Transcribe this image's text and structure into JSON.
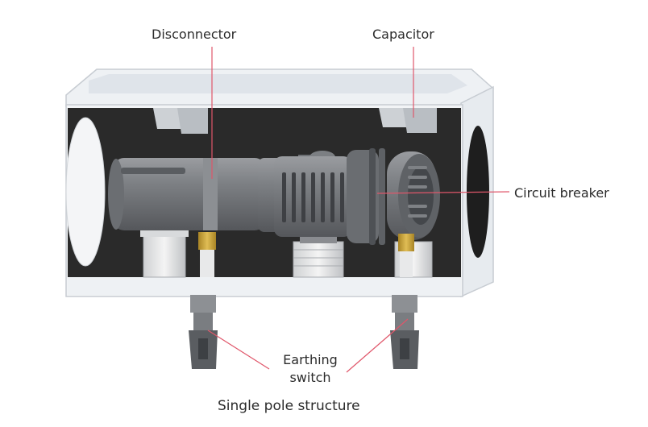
{
  "labels": {
    "disconnector": "Disconnector",
    "capacitor": "Capacitor",
    "circuit_breaker": "Circuit breaker",
    "earthing_line1": "Earthing",
    "earthing_line2": "switch",
    "caption": "Single pole structure"
  },
  "colors": {
    "leader_line": "#e0566a",
    "enclosure_frame": "#e6eaef",
    "enclosure_interior": "#2a2a2a",
    "component_body": "#7a7c80",
    "brass_contact": "#c9a23a"
  }
}
